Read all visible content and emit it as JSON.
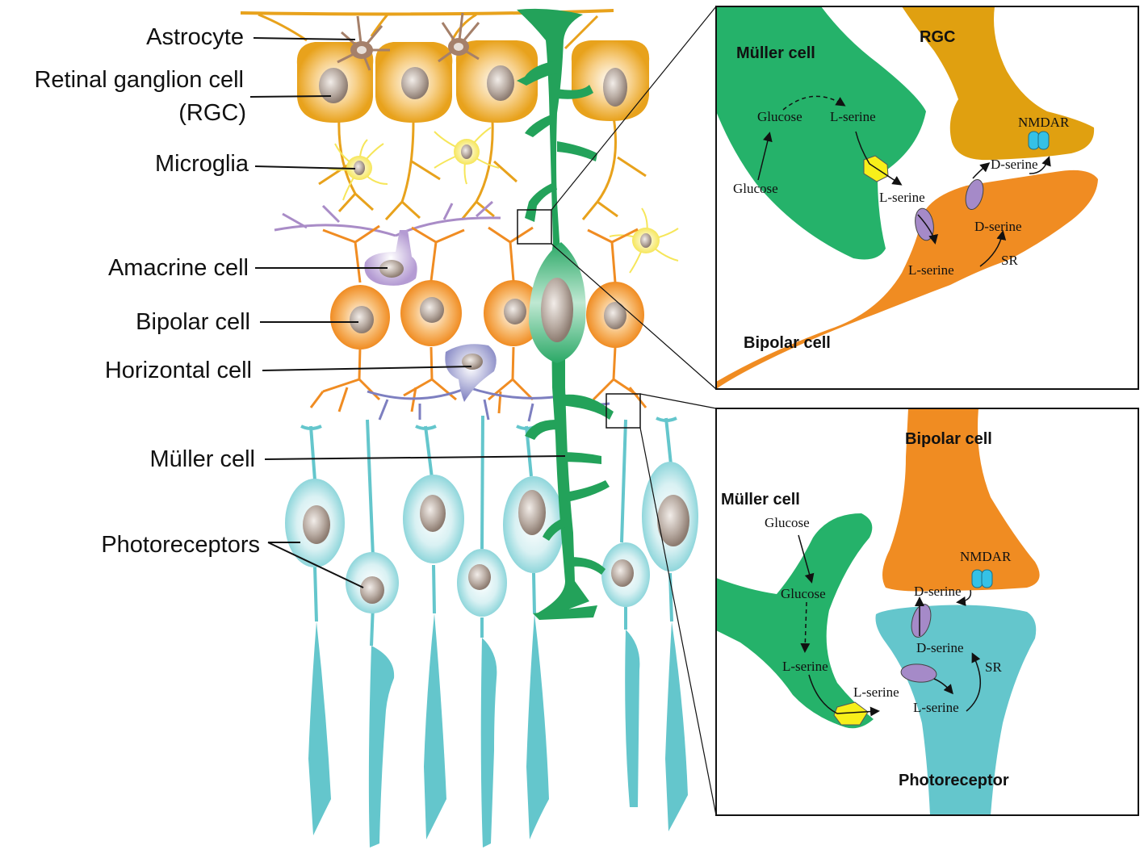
{
  "colors": {
    "rgc": "#e8a21c",
    "bipolar": "#f08c22",
    "muller": "#23a25a",
    "muller_inset": "#25b26a",
    "photoreceptor": "#64c6cc",
    "photoreceptor_light": "#d9f1f3",
    "amacrine": "#a98cc7",
    "horizontal": "#7d7fc0",
    "microglia": "#fbef88",
    "astrocyte": "#a5806a",
    "nucleus": "#9b8a80",
    "transporter_lserine": "#f7ef1a",
    "transporter_asc": "#a58ac8",
    "nmdar": "#35c1e6"
  },
  "main": {
    "labels": {
      "astrocyte": "Astrocyte",
      "rgc_line1": "Retinal ganglion cell",
      "rgc_line2": "(RGC)",
      "microglia": "Microglia",
      "amacrine": "Amacrine cell",
      "bipolar": "Bipolar cell",
      "horizontal": "Horizontal cell",
      "muller": "Müller cell",
      "photoreceptors": "Photoreceptors"
    }
  },
  "inset_top": {
    "muller_label": "Müller cell",
    "rgc_label": "RGC",
    "bipolar_label": "Bipolar cell",
    "glucose_outside": "Glucose",
    "glucose_inside": "Glucose",
    "lserine_muller": "L-serine",
    "lserine_released": "L-serine",
    "lserine_bipolar": "L-serine",
    "dserine_bipolar": "D-serine",
    "dserine_released": "D-serine",
    "sr": "SR",
    "nmdar": "NMDAR"
  },
  "inset_bottom": {
    "bipolar_label": "Bipolar cell",
    "muller_label": "Müller cell",
    "photoreceptor_label": "Photoreceptor",
    "glucose_outside": "Glucose",
    "glucose_inside": "Glucose",
    "lserine_muller": "L-serine",
    "lserine_released": "L-serine",
    "lserine_photoreceptor": "L-serine",
    "dserine_photoreceptor": "D-serine",
    "dserine_released": "D-serine",
    "sr": "SR",
    "nmdar": "NMDAR"
  }
}
